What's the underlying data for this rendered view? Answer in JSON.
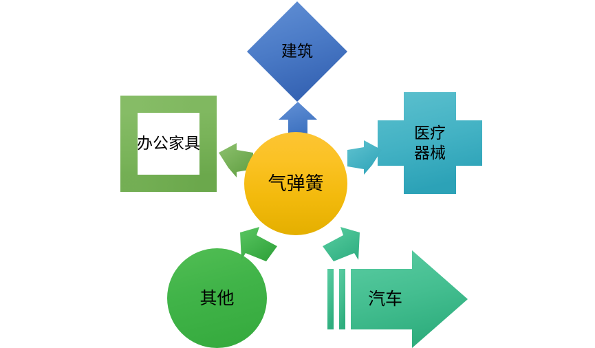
{
  "diagram": {
    "type": "radial-hub-and-spoke",
    "hub": {
      "id": "gas-spring",
      "label": "气弹簧",
      "shape": "circle",
      "fill_top": "#FCC433",
      "fill_bottom": "#E4AF00",
      "text_color": "#000000"
    },
    "nodes": [
      {
        "id": "construction",
        "label": "建筑",
        "shape": "diamond",
        "position": "top",
        "fill_light": "#5B8BD0",
        "fill_dark": "#3A68B8",
        "connector": {
          "name": "up-arrow",
          "direction": "up",
          "color_light": "#5B8BD0",
          "color_dark": "#3A6FBE"
        }
      },
      {
        "id": "office-furniture",
        "label": "办公家具",
        "shape": "square-frame",
        "position": "left",
        "fill_light": "#86BC66",
        "fill_dark": "#6BA84C",
        "inner_fill": "#FFFFFF",
        "connector": {
          "name": "left-arrow",
          "direction": "left",
          "color_light": "#86BC66",
          "color_dark": "#62A043"
        }
      },
      {
        "id": "medical-devices",
        "label": "医疗\n器械",
        "shape": "cross",
        "position": "right",
        "fill_light": "#54BCCB",
        "fill_dark": "#31A8BC",
        "connector": {
          "name": "right-arrow",
          "direction": "right",
          "color_light": "#4EBACB",
          "color_dark": "#2EA3B8"
        }
      },
      {
        "id": "other",
        "label": "其他",
        "shape": "circle",
        "position": "bottom-left",
        "fill_light": "#52BE54",
        "fill_dark": "#34A93C",
        "connector": {
          "name": "down-left-arrow",
          "direction": "down-left",
          "color_light": "#4DBD59",
          "color_dark": "#34A63F"
        }
      },
      {
        "id": "automobile",
        "label": "汽车",
        "shape": "striped-right-arrow",
        "position": "bottom-right",
        "fill_light": "#55C79B",
        "fill_dark": "#34B583",
        "stripes": 2,
        "connector": {
          "name": "down-right-arrow",
          "direction": "down-right",
          "color_light": "#4FC598",
          "color_dark": "#2FB081"
        }
      }
    ]
  }
}
